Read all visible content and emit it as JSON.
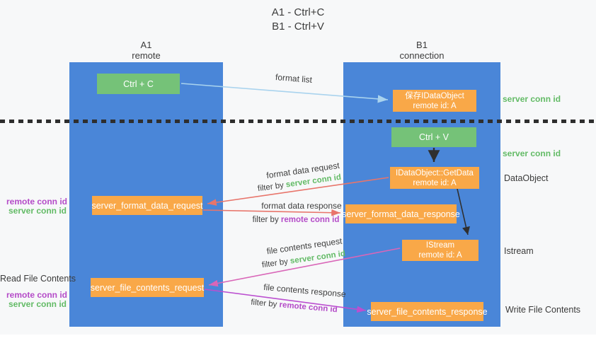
{
  "title": {
    "line1": "A1 - Ctrl+C",
    "line2": "B1 - Ctrl+V"
  },
  "columns": {
    "left": {
      "name": "A1",
      "role": "remote"
    },
    "right": {
      "name": "B1",
      "role": "connection"
    }
  },
  "nodes": {
    "ctrl_c": {
      "label": "Ctrl + C"
    },
    "save_idataobject": {
      "line1": "保存IDataObject",
      "line2": "remote id: A"
    },
    "ctrl_v": {
      "label": "Ctrl + V"
    },
    "getdata": {
      "line1": "IDataObject::GetData",
      "line2": "remote id: A"
    },
    "server_format_data_request": {
      "label": "server_format_data_request"
    },
    "server_format_data_response": {
      "label": "server_format_data_response"
    },
    "istream": {
      "line1": "IStream",
      "line2": "remote id: A"
    },
    "server_file_contents_request": {
      "label": "server_file_contents_request"
    },
    "server_file_contents_response": {
      "label": "server_file_contents_response"
    }
  },
  "flow_labels": {
    "format_list": "format list",
    "format_data_request": "format data request",
    "format_data_response": "format data response",
    "file_contents_request": "file contents request",
    "file_contents_response": "file contents response",
    "filter_by": "filter by",
    "server_conn_id": "server conn id",
    "remote_conn_id": "remote conn id"
  },
  "side_labels": {
    "server_conn_id": "server conn id",
    "remote_conn_id": "remote conn id",
    "dataobject": "DataObject",
    "istream": "Istream",
    "read_file_contents": "Read File Contents",
    "write_file_contents": "Write File Contents"
  },
  "colors": {
    "column_blue": "#4a86d8",
    "box_orange": "#f9a848",
    "box_green": "#75c278",
    "arrow_light_blue": "#a9d3ee",
    "arrow_black": "#2f2f2f",
    "arrow_red": "#e8756b",
    "arrow_pink": "#d966b8",
    "arrow_purple": "#bb4fd0",
    "text_green": "#63bb66",
    "text_purple": "#b44bc8",
    "background": "#f7f8f9"
  }
}
